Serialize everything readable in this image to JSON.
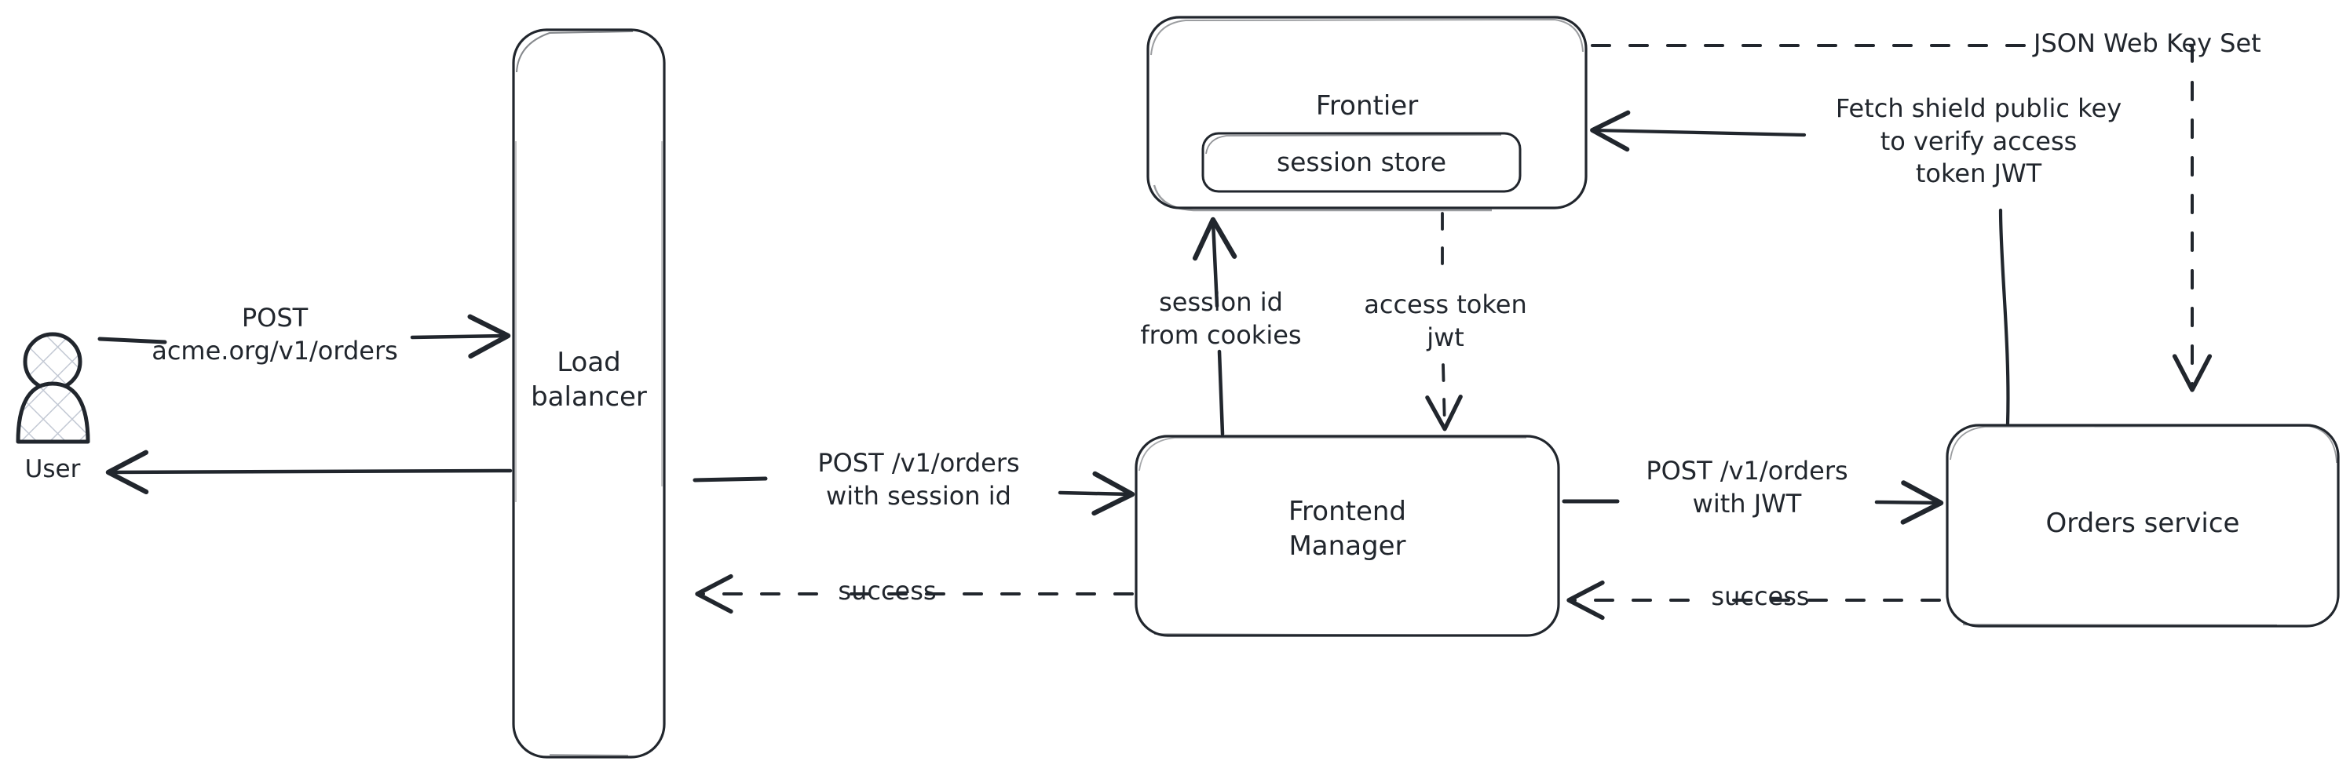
{
  "diagram": {
    "title": "Frontier session-to-JWT request flow",
    "stroke_color": "#21262d",
    "background_color": "#ffffff",
    "actors": [
      {
        "id": "user",
        "name": "user-actor",
        "label": "User",
        "icon": "person-icon"
      }
    ],
    "nodes": [
      {
        "id": "load_balancer",
        "name": "load-balancer-node",
        "label": "Load\nbalancer",
        "shape": "rounded-rectangle"
      },
      {
        "id": "frontier",
        "name": "frontier-node",
        "label": "Frontier",
        "shape": "rounded-rectangle",
        "child": {
          "id": "session_store",
          "name": "session-store-node",
          "label": "session store",
          "shape": "rounded-rectangle"
        }
      },
      {
        "id": "frontend_manager",
        "name": "frontend-manager-node",
        "label": "Frontend\nManager",
        "shape": "rounded-rectangle"
      },
      {
        "id": "orders_service",
        "name": "orders-service-node",
        "label": "Orders service",
        "shape": "rounded-rectangle"
      }
    ],
    "edges": [
      {
        "id": "e1",
        "name": "edge-user-to-load-balancer",
        "from": "user",
        "to": "load_balancer",
        "label": "POST\nacme.org/v1/orders",
        "style": "solid",
        "direction": "right"
      },
      {
        "id": "e2",
        "name": "edge-load-balancer-to-user",
        "from": "load_balancer",
        "to": "user",
        "label": "",
        "style": "solid",
        "direction": "left"
      },
      {
        "id": "e3",
        "name": "edge-load-balancer-to-frontend-manager",
        "from": "load_balancer",
        "to": "frontend_manager",
        "label": "POST /v1/orders\nwith session id",
        "style": "solid",
        "direction": "right"
      },
      {
        "id": "e4",
        "name": "edge-frontend-manager-to-load-balancer",
        "from": "frontend_manager",
        "to": "load_balancer",
        "label": "success",
        "style": "dashed",
        "direction": "left"
      },
      {
        "id": "e5",
        "name": "edge-frontend-manager-to-frontier",
        "from": "frontend_manager",
        "to": "frontier",
        "label": "session id\nfrom cookies",
        "style": "solid",
        "direction": "up"
      },
      {
        "id": "e6",
        "name": "edge-frontier-to-frontend-manager",
        "from": "frontier",
        "to": "frontend_manager",
        "label": "access token\njwt",
        "style": "dashed",
        "direction": "down"
      },
      {
        "id": "e7",
        "name": "edge-frontend-manager-to-orders-service",
        "from": "frontend_manager",
        "to": "orders_service",
        "label": "POST /v1/orders\nwith JWT",
        "style": "solid",
        "direction": "right"
      },
      {
        "id": "e8",
        "name": "edge-orders-service-to-frontend-manager",
        "from": "orders_service",
        "to": "frontend_manager",
        "label": "success",
        "style": "dashed",
        "direction": "left"
      },
      {
        "id": "e9",
        "name": "edge-frontier-to-orders-service-jwks",
        "from": "frontier",
        "to": "orders_service",
        "label": "JSON Web Key Set",
        "style": "dashed",
        "direction": "down"
      },
      {
        "id": "e10",
        "name": "edge-orders-service-to-frontier-fetch-key",
        "from": "orders_service",
        "to": "frontier",
        "label": "Fetch shield public key\nto verify access\ntoken JWT",
        "style": "solid",
        "direction": "left"
      }
    ]
  }
}
